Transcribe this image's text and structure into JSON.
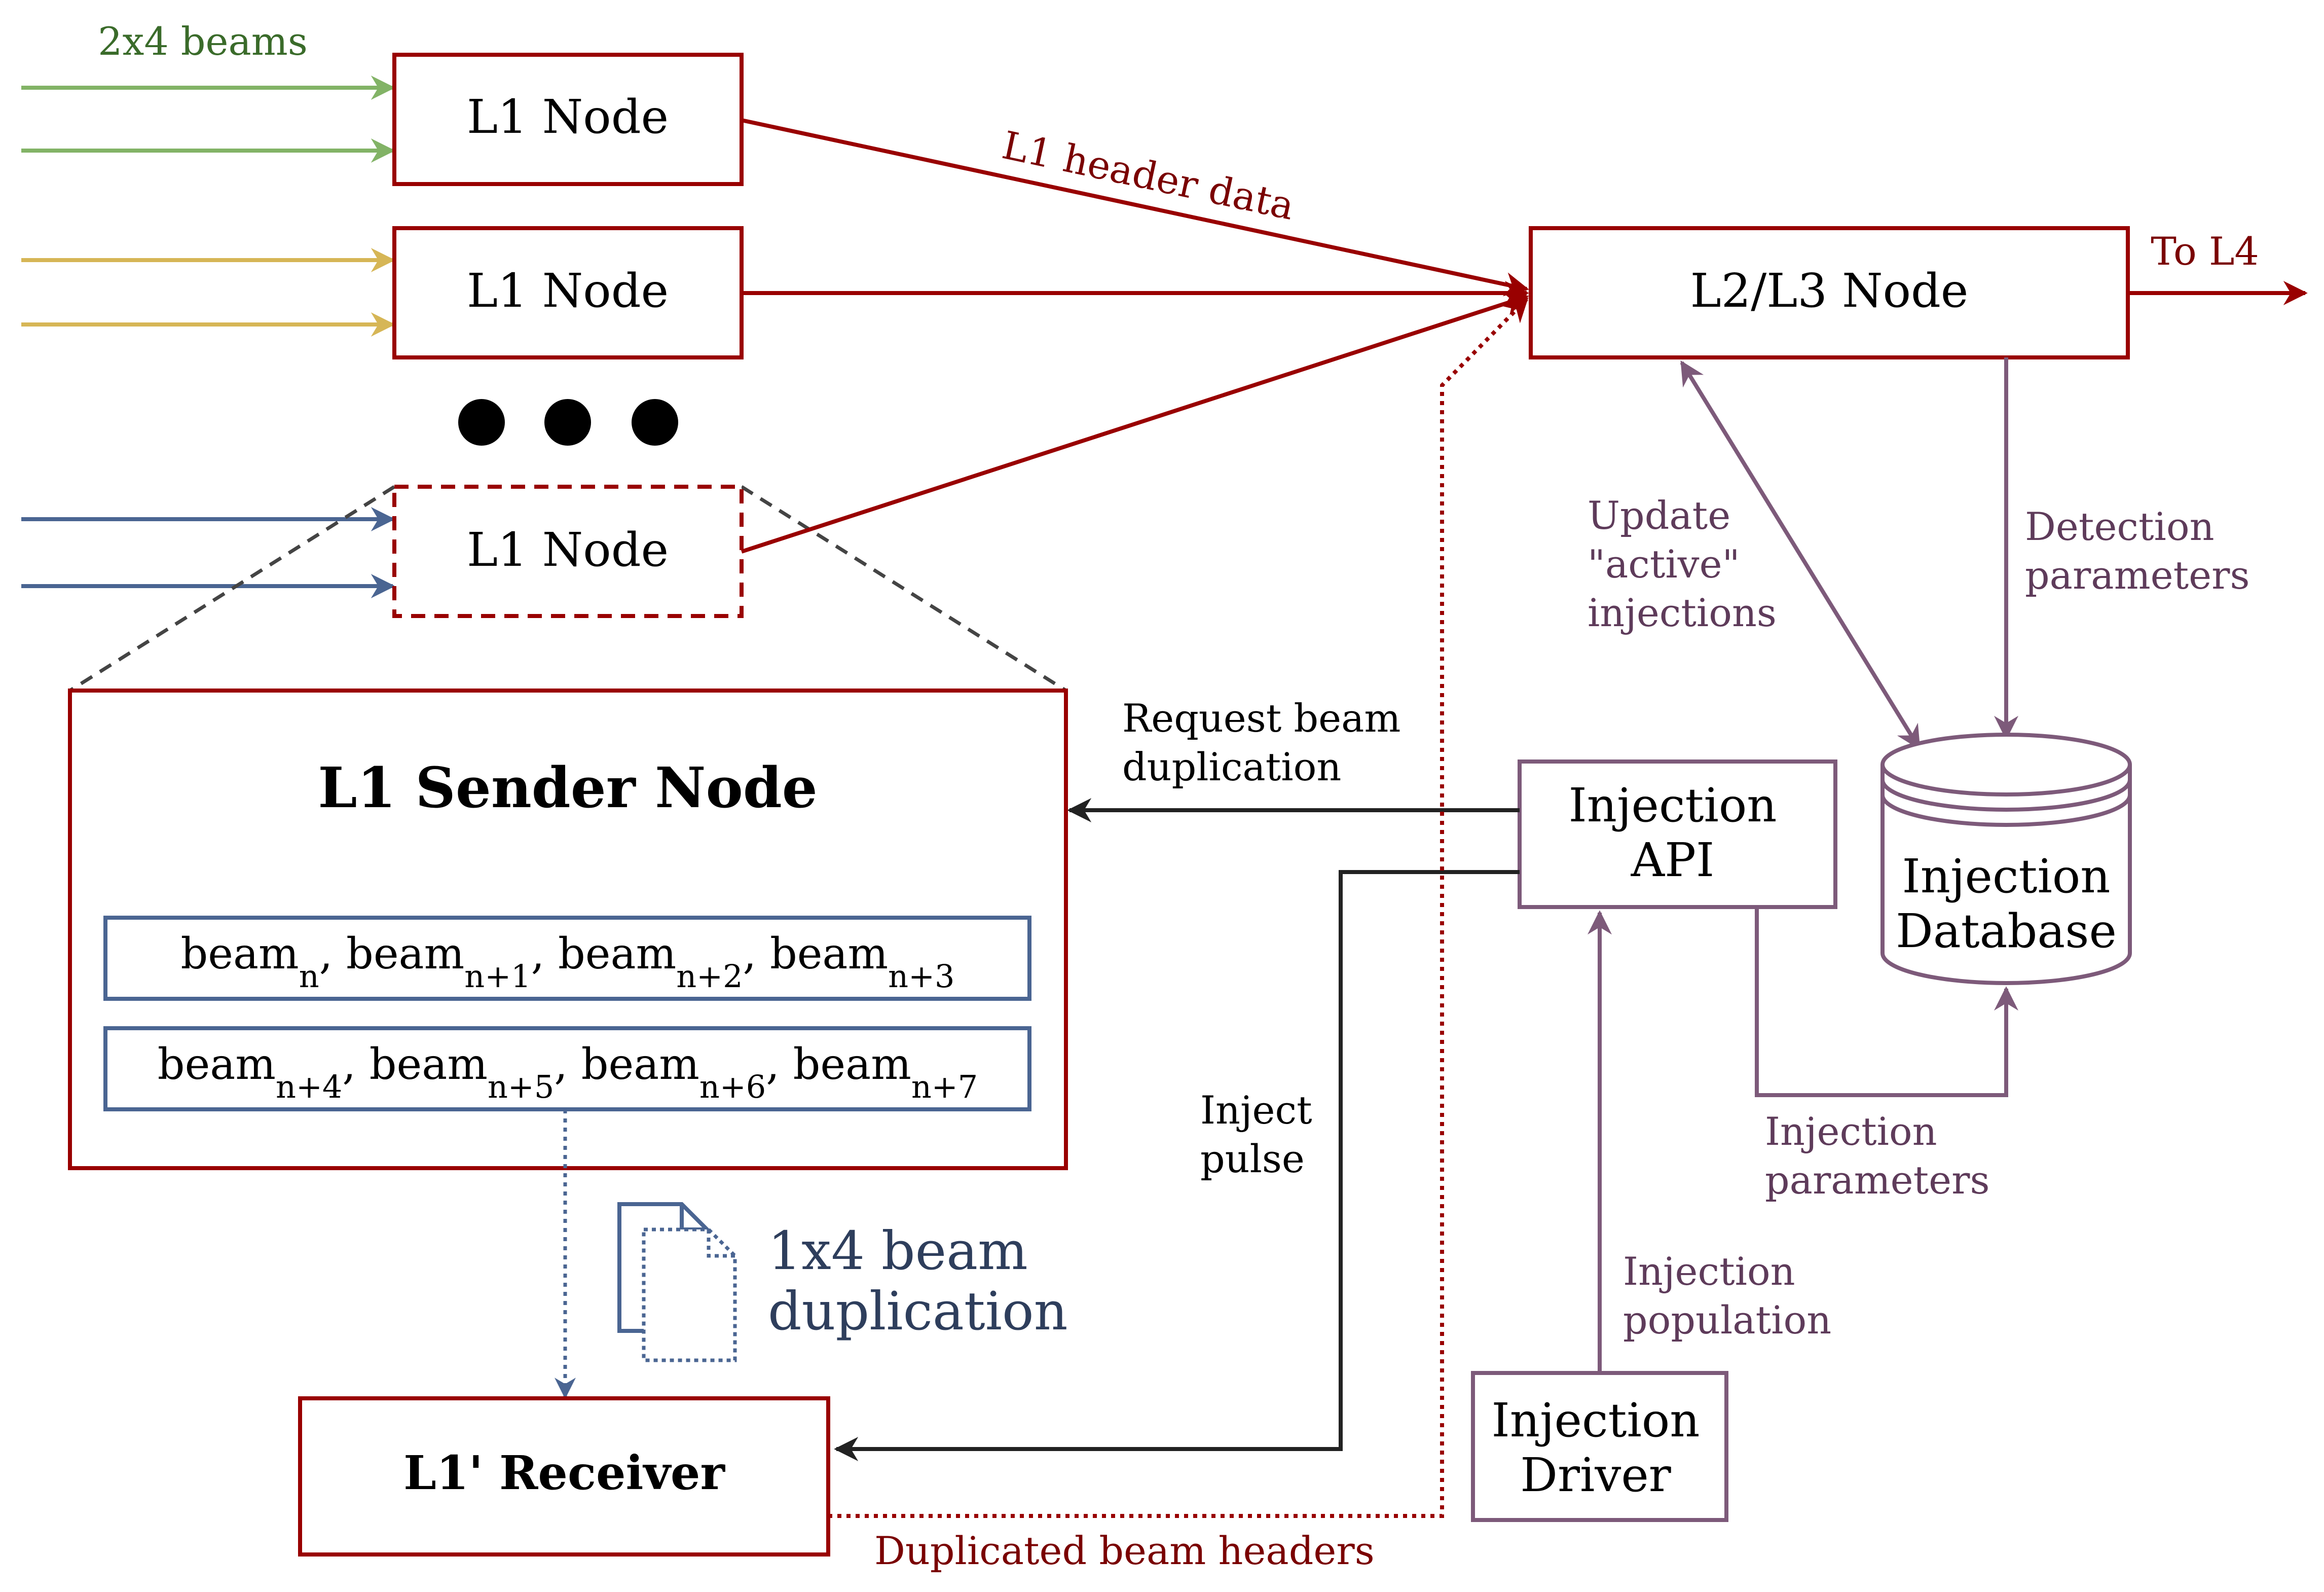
{
  "labels": {
    "input_beams": "2x4 beams",
    "l1_node_1": "L1 Node",
    "l1_node_2": "L1 Node",
    "l1_node_3": "L1 Node",
    "l1_header_data": "L1 header data",
    "l2l3_node": "L2/L3 Node",
    "to_l4": "To L4",
    "update_active_line1": "Update",
    "update_active_line2": "\"active\"",
    "update_active_line3": "injections",
    "detection_params_line1": "Detection",
    "detection_params_line2": "parameters",
    "sender_title": "L1 Sender Node",
    "request_dup_line1": "Request beam",
    "request_dup_line2": "duplication",
    "inj_api_line1": "Injection",
    "inj_api_line2": "API",
    "inj_db_line1": "Injection",
    "inj_db_line2": "Database",
    "inject_pulse_line1": "Inject",
    "inject_pulse_line2": "pulse",
    "inj_params_line1": "Injection",
    "inj_params_line2": "parameters",
    "dup_1x4_line1": "1x4 beam",
    "dup_1x4_line2": "duplication",
    "inj_pop_line1": "Injection",
    "inj_pop_line2": "population",
    "inj_driver_line1": "Injection",
    "inj_driver_line2": "Driver",
    "receiver": "L1' Receiver",
    "dup_headers": "Duplicated beam headers",
    "beam_word": "beam",
    "comma": ", ",
    "row1_subs": [
      "n",
      "n+1",
      "n+2",
      "n+3"
    ],
    "row2_subs": [
      "n+4",
      "n+5",
      "n+6",
      "n+7"
    ]
  },
  "colors": {
    "red": "#990000",
    "red_text": "#7a0000",
    "green": "#82b366",
    "green_text": "#3a6b2a",
    "yellow": "#d6b656",
    "blue": "#4a6592",
    "blue_text": "#2e3e5c",
    "purple": "#7d5a7a",
    "purple_text": "#5e3b5a",
    "black": "#222222",
    "gray_dash": "#444444"
  }
}
